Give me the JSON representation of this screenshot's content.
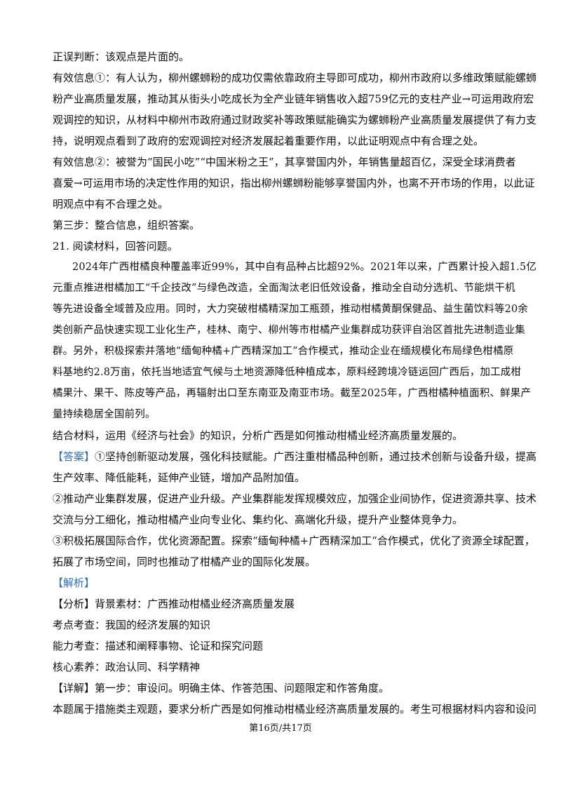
{
  "lines_top": [
    "正误判断：该观点是片面的。",
    "有效信息①：有人认为，柳州螺蛳粉的成功仅需依靠政府主导即可成功，柳州市政府以多维政策赋能螺蛳",
    "粉产业高质量发展，推动其从街头小吃成长为全产业链年销售收入超759亿元的支柱产业→可运用政府宏",
    "观调控的知识，从材料中柳州市政府通过财政奖补等政策赋能确实为螺蛳粉产业高质量发展提供了有力支",
    "持，说明观点看到了政府的宏观调控对经济发展起着重要作用，以此证明观点中有合理之处。",
    "有效信息②：被誉为“国民小吃”“中国米粉之王”，其享誉国内外，年销售量超百亿，深受全球消费者",
    "喜爱→可运用市场的决定性作用的知识，指出柳州螺蛳粉能够享誉国内外，也离不开市场的作用，以此证",
    "明观点中有不合理之处。",
    "第三步：整合信息，组织答案。",
    "21. 阅读材料，回答问题。"
  ],
  "material": [
    "2024年广西柑橘良种覆盖率近99%，其中自有品种占比超92%。2021年以来，广西累计投入超1.5亿",
    "元重点推进柑橘加工“千企技改”与绿色改造，全面淘汰老旧低效设备，推动全自动分选机、节能烘干机",
    "等先进设备全域普及应用。同时，大力突破柑橘精深加工瓶颈，推动柑橘黄酮保健品、益生菌饮料等20余",
    "类创新产品快速实现工业化生产，桂林、南宁、柳州等市柑橘产业集群成功获评自治区首批先进制造业集",
    "群。另外，积极探索并落地“缅甸种橘+广西精深加工”合作模式，推动企业在缅规模化布局绿色柑橘原",
    "料基地约2.8万亩，依托当地适宜气候与土地资源降低种植成本，原料经跨境冷链运回广西后，加工成柑",
    "橘果汁、果干、陈皮等产品，再辐射出口至东南亚及南亚市场。截至2025年，广西柑橘种植面积、鲜果产",
    "量持续稳居全国前列。"
  ],
  "question": "结合材料，运用《经济与社会》的知识，分析广西是如何推动柑橘业经济高质量发展的。",
  "answer": {
    "tag": "【答案】",
    "first": "①坚持创新驱动发展，强化科技赋能。广西注重柑橘品种创新，通过技术创新与设备升级，提高",
    "lines": [
      "生产效率、降低能耗，延伸产业链，增加产品附加值。",
      "②推动产业集群发展，促进产业升级。产业集群能发挥规模效应，加强企业间协作，促进资源共享、技术",
      "交流与分工细化，推动柑橘产业向专业化、集约化、高端化升级，提升产业整体竞争力。",
      "③积极拓展国际合作，优化资源配置。探索“缅甸种橘+广西精深加工”合作模式，优化了资源全球配置，",
      "拓展了市场空间，同时也推动了柑橘产业的国际化发展。"
    ]
  },
  "analysis": {
    "tag": "【解析】",
    "lines": [
      "【分析】背景素材：广西推动柑橘业经济高质量发展",
      "考点考查：我国的经济发展的知识",
      "能力考查：描述和阐释事物、论证和探究问题",
      "核心素养：政治认同、科学精神",
      "【详解】第一步：审设问。明确主体、作答范围、问题限定和作答角度。",
      "本题属于措施类主观题，要求分析广西是如何推动柑橘业经济高质量发展的。考生可根据材料内容和设问"
    ]
  },
  "footer": "第16页/共17页",
  "colors": {
    "tag": "#2f6fbd",
    "text": "#111111"
  }
}
